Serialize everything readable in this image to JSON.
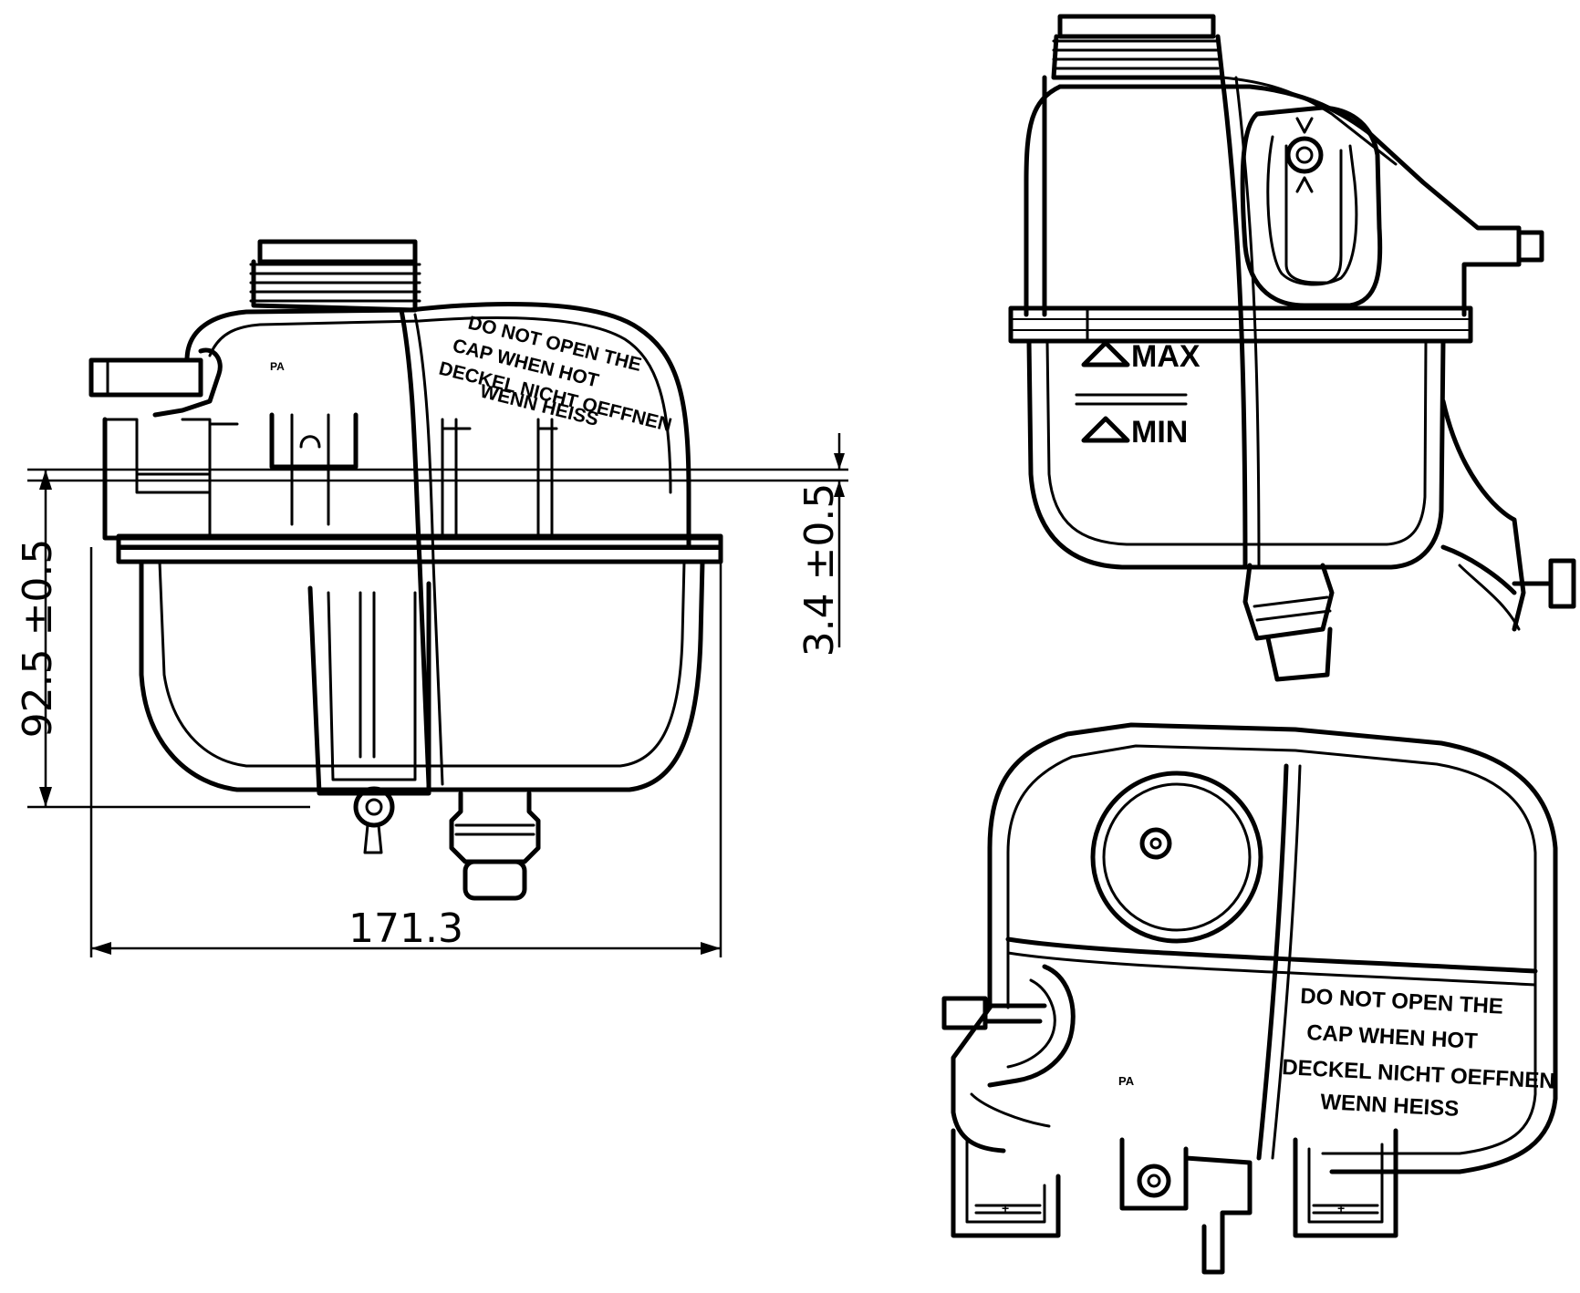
{
  "dimensions": {
    "width": "171.3",
    "height": "92.5 ±0.5",
    "offset": "3.4 ±0.5"
  },
  "warning_label": {
    "line1": "DO NOT OPEN THE",
    "line2": "CAP WHEN HOT",
    "line3": "DECKEL NICHT OEFFNEN",
    "line4": "WENN HEISS"
  },
  "level_marks": {
    "max": "MAX",
    "min": "MIN"
  },
  "material_mark": "PA"
}
